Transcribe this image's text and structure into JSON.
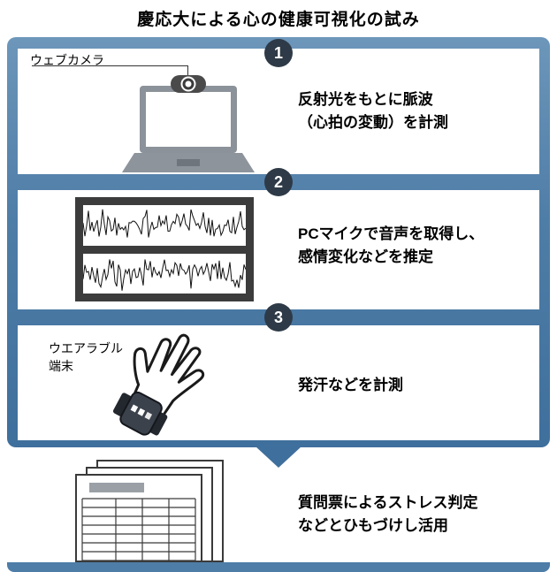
{
  "title": "慶応大による心の健康可視化の試み",
  "steps": [
    {
      "number": "1",
      "label": "ウェブカメラ",
      "description": "反射光をもとに脈波\n（心拍の変動）を計測",
      "illustration": "laptop-with-webcam"
    },
    {
      "number": "2",
      "label": "",
      "description": "PCマイクで音声を取得し、\n感情変化などを推定",
      "illustration": "audio-waveform"
    },
    {
      "number": "3",
      "label": "ウエアラブル\n端末",
      "description": "発汗などを計測",
      "illustration": "wearable-device-on-hand"
    }
  ],
  "footer": {
    "description": "質問票によるストレス判定\nなどとひもづけし活用",
    "illustration": "questionnaire-papers"
  },
  "colors": {
    "panel_blue": "#4e7da7",
    "panel_blue_dark": "#3f6f9c",
    "badge_navy": "#2e3a47",
    "waveform_frame": "#3c3c3c",
    "laptop_gray": "#8b9299"
  }
}
